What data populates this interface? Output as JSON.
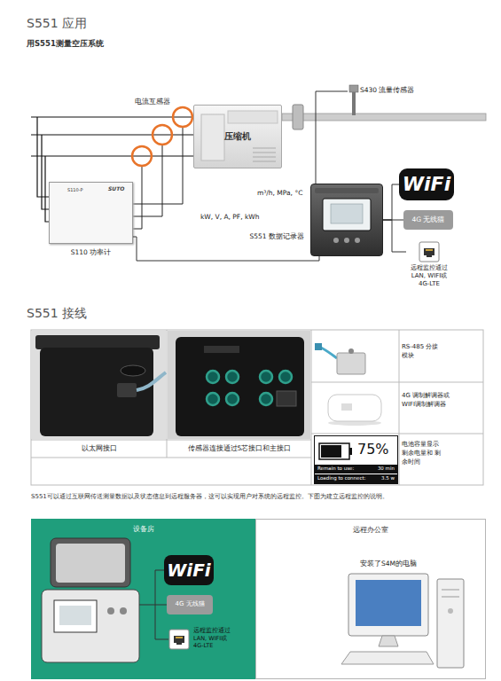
{
  "diagram": {
    "title": "S551 应用",
    "nodes": [
      {
        "text": [
          "压缩机"
        ]
      },
      {
        "text": [
          "S430 流量传感器"
        ]
      },
      {
        "text": [
          "S110 功率计"
        ]
      },
      {
        "text": [
          "S551 数据记录器"
        ]
      },
      {
        "text": [
          "WiFi"
        ]
      },
      {
        "text": [
          "4G 无线猫"
        ]
      },
      {
        "text": [
          "远程监控通过 LAN, WIFI或 4G-LTE"
        ]
      },
      {
        "text": [
          "75%",
          "Remain to use:",
          "30 min",
          "Loading to connect:",
          "3.5 w"
        ]
      },
      {
        "text": [
          "设备房"
        ]
      },
      {
        "text": [
          "WiFi"
        ],
        "in": 8
      },
      {
        "text": [
          "4G 无线猫"
        ],
        "in": 8
      },
      {
        "text": [
          "远程监控通过 LAN, WIFI或 4G-LTE"
        ],
        "in": 8
      },
      {
        "text": [
          "远程办公室"
        ]
      },
      {
        "text": [
          "安装了S4M的电脑"
        ],
        "in": 12
      }
    ],
    "edges": [
      {
        "from": 1,
        "to": 3,
        "arrow": "none"
      },
      {
        "from": 2,
        "to": 3,
        "arrow": "none"
      },
      {
        "from": 3,
        "to": 4,
        "arrow": "none"
      },
      {
        "from": 3,
        "to": 5,
        "arrow": "none"
      },
      {
        "from": 3,
        "to": 6,
        "arrow": "none"
      }
    ],
    "labels": [
      "用S551测量空压系统",
      "电流互感器",
      "m³/h, MPa, °C",
      "kW, V, A, PF, kWh",
      "S110-P",
      "SUTO",
      "S551 接线",
      "以太网接口",
      "传感器连接通过5芯接口和主接口",
      "RS-485 分接模块",
      "4G 调制解调器或 WIFI调制解调器",
      "电池容量显示 剩余电量和 剩余时间",
      "S551可以通过互联网传送测量数据以及状态信息到远程服务器，这可以实现用户对系统的远程监控。下图为建立远程监控的说明。"
    ]
  }
}
